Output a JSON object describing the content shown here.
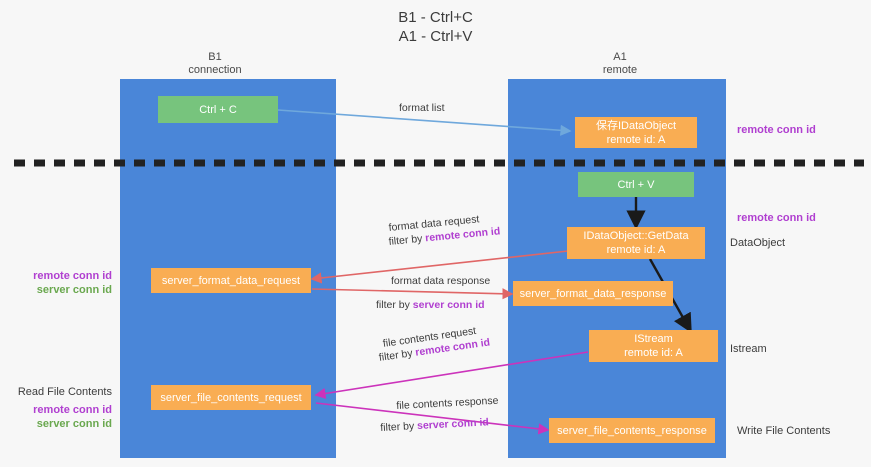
{
  "title": {
    "line1": "B1 - Ctrl+C",
    "line2": "A1 - Ctrl+V"
  },
  "colors": {
    "lane": "#4a86d8",
    "green_node": "#77c47d",
    "orange_node": "#f9ad53",
    "remote_conn_id": "#b03fd0",
    "server_conn_id": "#6aa84f",
    "divider": "#222222",
    "arrow_blue": "#6fa8dc",
    "arrow_red": "#e06666",
    "arrow_magenta": "#cc33bb",
    "arrow_black": "#1a1a1a"
  },
  "columns": [
    {
      "name": "B1",
      "sub": "connection"
    },
    {
      "name": "A1",
      "sub": "remote"
    }
  ],
  "nodes": {
    "ctrl_c": {
      "line1": "Ctrl + C",
      "line2": ""
    },
    "ctrl_v": {
      "line1": "Ctrl + V",
      "line2": ""
    },
    "save_dataobject": {
      "line1": "保存IDataObject",
      "line2": "remote id: A"
    },
    "getdata": {
      "line1": "IDataObject::GetData",
      "line2": "remote id: A"
    },
    "istream": {
      "line1": "IStream",
      "line2": "remote id: A"
    },
    "fmt_req": {
      "line1": "server_format_data_request",
      "line2": ""
    },
    "fmt_resp": {
      "line1": "server_format_data_response",
      "line2": ""
    },
    "file_req": {
      "line1": "server_file_contents_request",
      "line2": ""
    },
    "file_resp": {
      "line1": "server_file_contents_response",
      "line2": ""
    }
  },
  "edges": {
    "format_list": "format list",
    "fmt_req_l1": "format data request",
    "fmt_req_l2_pre": "filter by ",
    "fmt_req_l2_key": "remote conn id",
    "fmt_resp_l1": "format data response",
    "fmt_resp_l2_pre": "filter by ",
    "fmt_resp_l2_key": "server conn id",
    "file_req_l1": "file contents request",
    "file_req_l2_pre": "filter by ",
    "file_req_l2_key": "remote conn id",
    "file_resp_l1": "file contents response",
    "file_resp_l2_pre": "filter by ",
    "file_resp_l2_key": "server conn id"
  },
  "annotations": {
    "right_remote_top": "remote conn id",
    "right_remote_mid": "remote conn id",
    "right_dataobject": "DataObject",
    "right_istream": "Istream",
    "right_write_file": "Write File Contents",
    "left_remote_conn": "remote conn id",
    "left_server_conn": "server conn id",
    "left_read_file": "Read File Contents",
    "left_remote_conn2": "remote conn id",
    "left_server_conn2": "server conn id"
  }
}
